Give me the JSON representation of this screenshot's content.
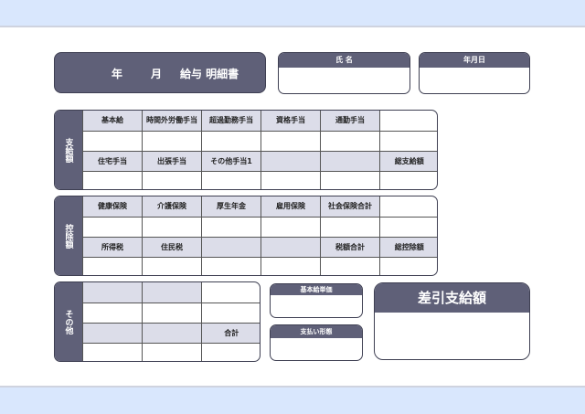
{
  "title": {
    "year": "年",
    "month": "月",
    "label": "給与 明細書"
  },
  "name_box": {
    "header": "氏 名",
    "value": ""
  },
  "date_box": {
    "header": "年月日",
    "value": ""
  },
  "payments": {
    "side_label": "支給額",
    "row1": [
      "基本給",
      "時間外労働手当",
      "超過勤務手当",
      "資格手当",
      "通勤手当",
      ""
    ],
    "row2": [
      "",
      "",
      "",
      "",
      "",
      ""
    ],
    "row3": [
      "住宅手当",
      "出張手当",
      "その他手当1",
      "",
      "",
      "総支給額"
    ],
    "row4": [
      "",
      "",
      "",
      "",
      "",
      ""
    ]
  },
  "deductions": {
    "side_label": "控除額",
    "row1": [
      "健康保険",
      "介護保険",
      "厚生年金",
      "雇用保険",
      "社会保険合計",
      ""
    ],
    "row2": [
      "",
      "",
      "",
      "",
      "",
      ""
    ],
    "row3": [
      "所得税",
      "住民税",
      "",
      "",
      "税額合計",
      "総控除額"
    ],
    "row4": [
      "",
      "",
      "",
      "",
      "",
      ""
    ]
  },
  "others": {
    "side_label": "その他",
    "row1": [
      "",
      "",
      ""
    ],
    "row2": [
      "",
      "",
      ""
    ],
    "row3": [
      "",
      "",
      "合計"
    ],
    "row4": [
      "",
      "",
      ""
    ]
  },
  "base_unit_price": {
    "header": "基本給単価",
    "value": ""
  },
  "payment_method": {
    "header": "支払い形態",
    "value": ""
  },
  "net_pay": {
    "header": "差引支給額",
    "value": ""
  },
  "colors": {
    "header_dark": "#5f6078",
    "header_light": "#dcdde9",
    "background": "#d9e7fd"
  }
}
